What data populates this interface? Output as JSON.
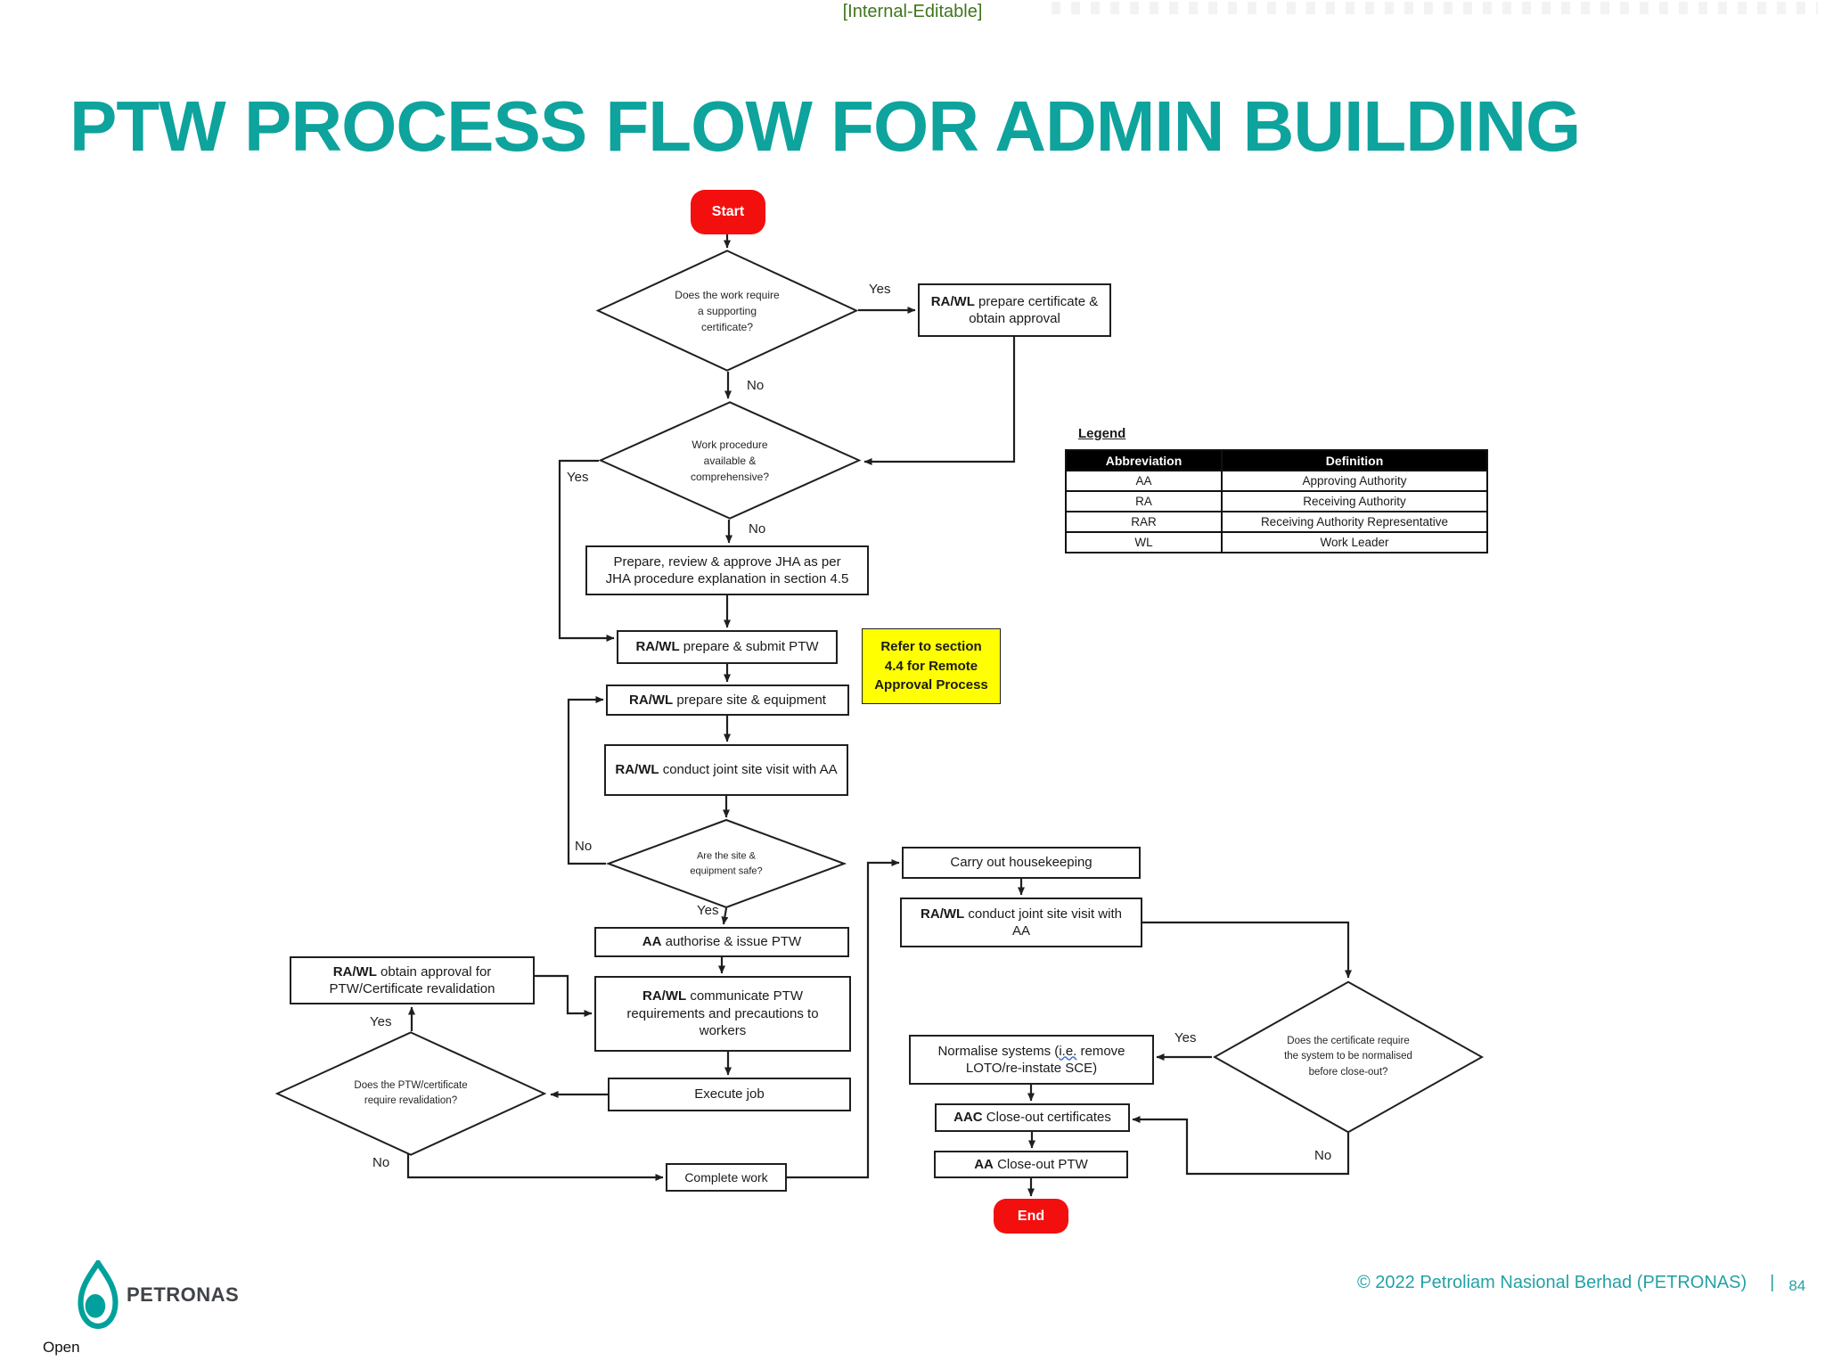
{
  "meta": {
    "classification": "[Internal-Editable]",
    "open_label": "Open",
    "copyright": "© 2022 Petroliam Nasional Berhad (PETRONAS)",
    "separator": "|",
    "page_number": "84",
    "brand": "PETRONAS"
  },
  "title": "PTW PROCESS FLOW FOR ADMIN BUILDING",
  "colors": {
    "accent_teal": "#00A19C",
    "terminal_red": "#F40F0F",
    "note_yellow": "#FFFF00",
    "classification_green": "#3F761C",
    "legend_header_bg": "#000000"
  },
  "flowchart": {
    "nodes": {
      "start": {
        "label": "Start"
      },
      "decision_supporting_cert": {
        "label": "Does the work require a supporting certificate?"
      },
      "prepare_certificate": {
        "bold": "RA/WL",
        "text": "prepare certificate & obtain approval"
      },
      "decision_work_procedure": {
        "label": "Work procedure available & comprehensive?"
      },
      "prepare_jha": {
        "line1": "Prepare, review & approve JHA as per",
        "line2": "JHA procedure explanation in section 4.5"
      },
      "submit_ptw": {
        "bold": "RA/WL",
        "text": "prepare & submit PTW"
      },
      "note_remote_approval": {
        "label": "Refer to section 4.4 for Remote Approval Process"
      },
      "prepare_site": {
        "bold": "RA/WL",
        "text": "prepare site & equipment"
      },
      "joint_site_visit_1": {
        "bold": "RA/WL",
        "text": "conduct joint site visit with AA"
      },
      "decision_site_safe": {
        "label": "Are the site & equipment safe?"
      },
      "authorise_ptw": {
        "bold": "AA",
        "text": "authorise & issue PTW"
      },
      "communicate_ptw": {
        "bold": "RA/WL",
        "text": "communicate PTW requirements and precautions to workers"
      },
      "obtain_approval": {
        "bold": "RA/WL",
        "text": "obtain approval for PTW/Certificate revalidation"
      },
      "decision_revalidation": {
        "label": "Does the PTW/certificate require revalidation?"
      },
      "execute_job": {
        "label": "Execute job"
      },
      "complete_work": {
        "label": "Complete work"
      },
      "housekeeping": {
        "label": "Carry out housekeeping"
      },
      "joint_site_visit_2": {
        "bold": "RA/WL",
        "text": "conduct joint site visit with AA"
      },
      "normalise_systems": {
        "pre": "Normalise systems (",
        "underlined": "i.e.",
        "post": "remove LOTO/re-instate SCE)"
      },
      "aac_close_certificates": {
        "bold": "AAC",
        "text": "Close-out certificates"
      },
      "aa_close_ptw": {
        "bold": "AA",
        "text": "Close-out PTW"
      },
      "end": {
        "label": "End"
      },
      "decision_normalise": {
        "label": "Does the certificate require the system to be normalised before close-out?"
      }
    },
    "labels": {
      "supporting_cert_yes": "Yes",
      "supporting_cert_no": "No",
      "work_procedure_yes": "Yes",
      "work_procedure_no": "No",
      "site_safe_no": "No",
      "site_safe_yes": "Yes",
      "revalidation_yes": "Yes",
      "revalidation_no": "No",
      "normalise_yes": "Yes",
      "normalise_no": "No"
    }
  },
  "legend": {
    "title": "Legend",
    "columns": [
      "Abbreviation",
      "Definition"
    ],
    "rows": [
      [
        "AA",
        "Approving Authority"
      ],
      [
        "RA",
        "Receiving Authority"
      ],
      [
        "RAR",
        "Receiving Authority Representative"
      ],
      [
        "WL",
        "Work Leader"
      ]
    ]
  }
}
